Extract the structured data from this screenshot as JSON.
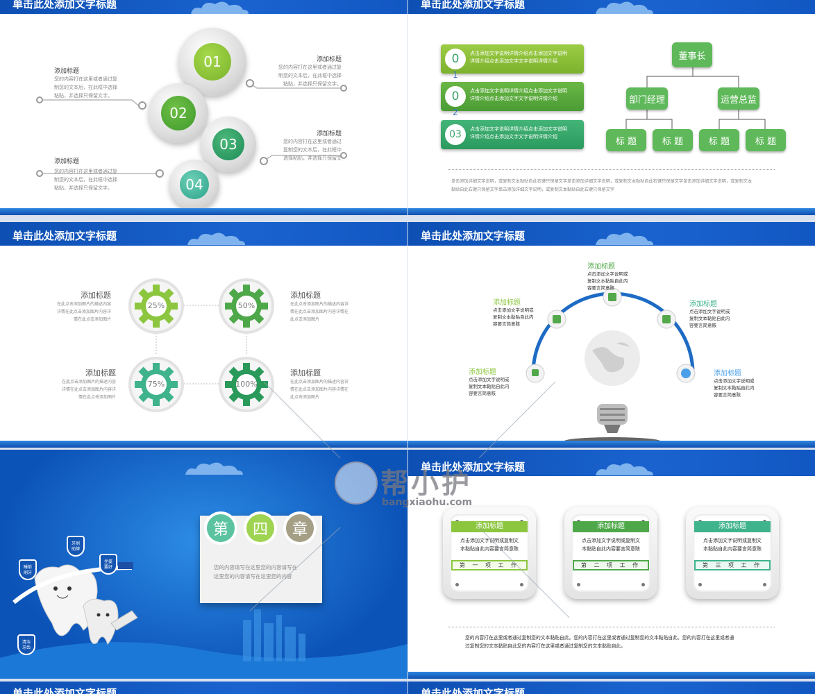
{
  "slide_title": "单击此处添加文字标题",
  "s1": {
    "nums": [
      "01",
      "02",
      "03",
      "04"
    ],
    "heading": "添加标题",
    "text_a": [
      "您的内容打在这里或者通过复",
      "制您的文本后，在此框中选择",
      "粘贴，并选择只保留文字。"
    ],
    "text_b": [
      "您的内容打在这里或者通过复",
      "制您的文本后，在此框中选择",
      "粘贴，并选择只保留文字。"
    ],
    "text_c": [
      "您的内容打在这里或者通过",
      "复制您的文本后，在此框中",
      "选择粘贴，并选择只保留文"
    ],
    "text_d": [
      "您的内容打在这里或者通过复",
      "制您的文本后，在此框中选择",
      "粘贴，并选择只保留文字。"
    ]
  },
  "s2": {
    "bar_text": [
      "点击添加文字说明详情介绍点击添加文字说明",
      "详情介绍点击添加文字文字说明详情介绍"
    ],
    "nums": [
      "0",
      "1",
      "0",
      "2",
      "03"
    ],
    "org": {
      "top": "董事长",
      "mid": [
        "部门经理",
        "运营总监"
      ],
      "leaf": "标 题"
    },
    "note": [
      "单击添加详细文字说明，或复制文本黏贴自此右键只保留文字单击添加详细文字说明，或复制文本黏贴自此右键只保留文字单击添加详细文字说明，或复制文本",
      "黏贴自此右键只保留文字单击添加详细文字说明，或复制文本黏贴自此右键只保留文字"
    ]
  },
  "s3": {
    "heading": "添加标题",
    "pcts": [
      "25%",
      "50%",
      "75%",
      "100%"
    ],
    "text": [
      "在此点击添加图片的描述内容",
      "详情在此点击添加图片内容详",
      "情在此点击添加图片"
    ],
    "text_r": [
      "在此点击添加图片的描述内容详",
      "情在此点击添加图片内容详情在",
      "此点击添加图片"
    ]
  },
  "s4": {
    "heading": "添加标题",
    "text": [
      "点击添加文字说明或",
      "复制文本黏贴自此内",
      "容要言简意赅"
    ]
  },
  "s5": {
    "chars": [
      "第",
      "四",
      "章"
    ],
    "text": [
      "您的内容请写在这里您的内容请写在",
      "这里您的内容请写在这里您的内容"
    ],
    "shields": [
      "牙刷\n助牌",
      "睡前\n刷牙",
      "坐姿\n要好",
      "清洁\n牙齿"
    ]
  },
  "s6": {
    "label": "添加标题",
    "desc": [
      "点击添加文字说明或复制文",
      "本黏贴自此内容要言简意赅"
    ],
    "tags": [
      "第 一 项 工 作",
      "第 二 项 工 作",
      "第 三 项 工 作"
    ],
    "para": [
      "您的内容打在这里或者通过复制您的文本黏贴自此。您的内容打在这里或者通过复制您的文本黏贴自此。您的内容打在这里或者通",
      "过复制您的文本黏贴自此您的内容打在这里或者通过复制您的文本黏贴自此。"
    ]
  },
  "watermark": {
    "name": "帮小护",
    "url": "bangxiaohu.com"
  },
  "colors": {
    "green_light": "#8cc63f",
    "green": "#52a84a",
    "teal": "#3fb38b",
    "blue": "#1158c7"
  }
}
